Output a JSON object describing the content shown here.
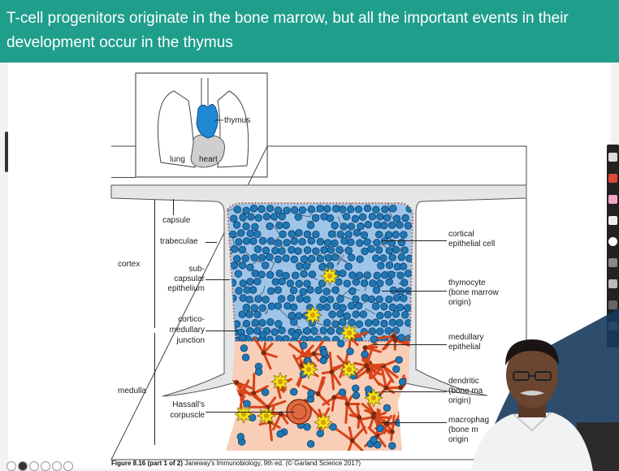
{
  "slide": {
    "title_line1": "T-cell progenitors originate in the bone marrow, but all the important events in their",
    "title_line2": "development occur in the thymus",
    "colors": {
      "title_bg": "#1f9e8c",
      "title_text": "#ffffff",
      "cortex": "#9ec4e8",
      "medulla": "#f8cfb6",
      "thymocyte": "#1f77b4",
      "epithelial": "#d9441a",
      "dendritic": "#f5e21a"
    }
  },
  "figure": {
    "inset_labels": {
      "thymus": "thymus",
      "lung": "lung",
      "heart": "heart"
    },
    "left_labels": {
      "capsule": "capsule",
      "trabeculae": "trabeculae",
      "subcapsular": [
        "sub-",
        "capsular",
        "epithelium"
      ],
      "corticomedullary": [
        "cortico-",
        "medullary",
        "junction"
      ],
      "hassalls": [
        "Hassall's",
        "corpuscle"
      ]
    },
    "regions": {
      "cortex": "cortex",
      "medulla": "medulla"
    },
    "right_labels": {
      "cortical_epithelial": [
        "cortical",
        "epithelial cell"
      ],
      "thymocyte": [
        "thymocyte",
        "(bone marrow",
        "origin)"
      ],
      "medullary_epithelial": [
        "medullary",
        "epithelial"
      ],
      "dendritic": [
        "dendritic",
        "(bone ma",
        "origin)"
      ],
      "macrophage": [
        "macrophag",
        "(bone m",
        "origin"
      ]
    },
    "caption": {
      "bold_part": "Figure 8.16 (part 1 of 2)",
      "rest": " Janeway's Immunobiology, 9th ed. (© Garland Science 2017)"
    }
  },
  "icons": {
    "toolbar": [
      "pen-icon",
      "highlighter-icon",
      "eraser-icon",
      "pointer-icon",
      "record-icon",
      "laser-icon",
      "shapes-icon",
      "stamp-icon",
      "menu-icon"
    ],
    "bottom_nav": [
      "prev-icon",
      "pointer-icon",
      "pen-icon",
      "slides-icon",
      "zoom-icon",
      "more-icon"
    ]
  }
}
